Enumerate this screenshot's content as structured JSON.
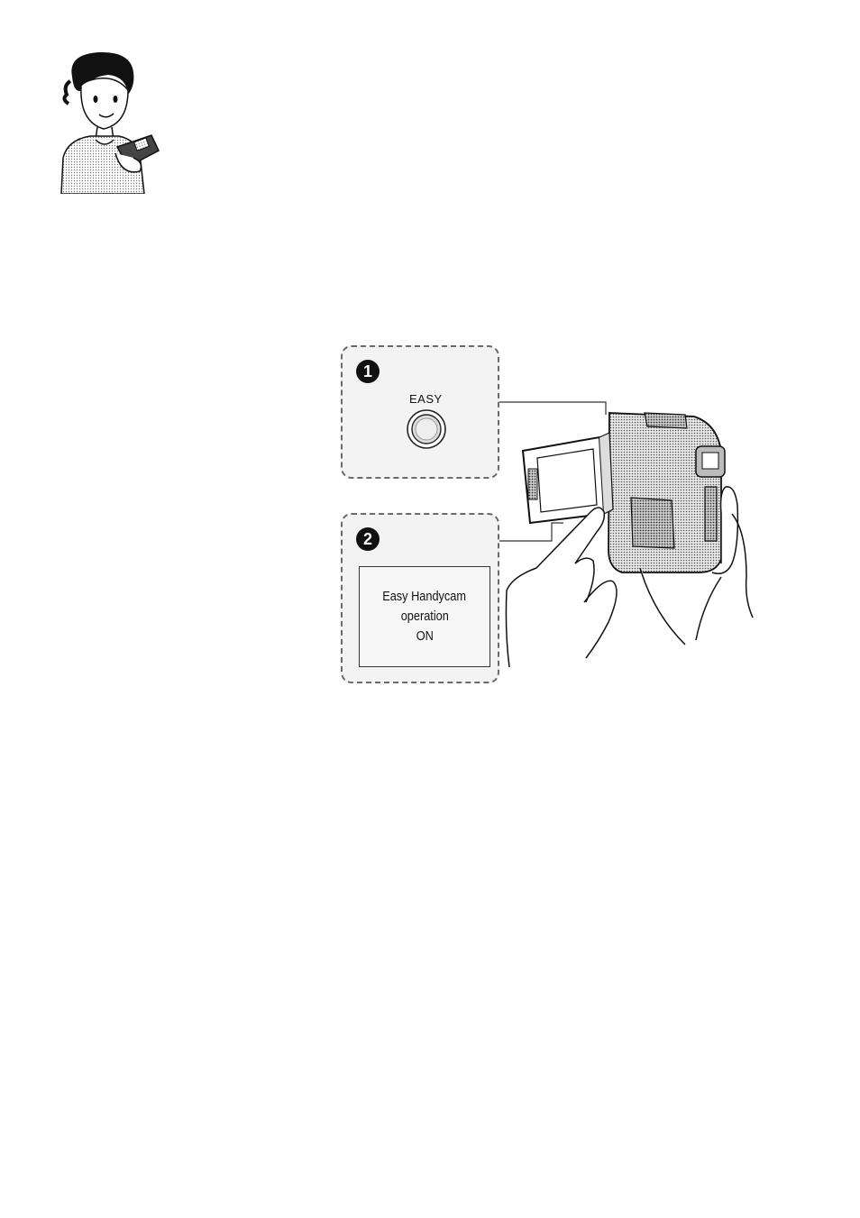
{
  "illustration": {
    "step1": {
      "number": "1",
      "button_label": "EASY"
    },
    "step2": {
      "number": "2",
      "screen_lines": [
        "Easy Handycam",
        "operation",
        "ON"
      ]
    }
  }
}
